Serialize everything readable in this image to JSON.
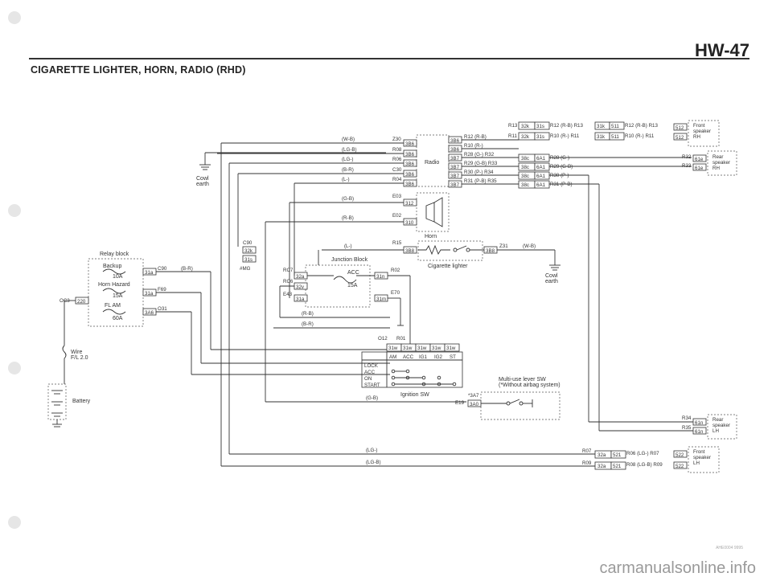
{
  "header": {
    "page_number": "HW-47",
    "title": "CIGARETTE LIGHTER, HORN, RADIO (RHD)"
  },
  "labels": {
    "cowl_earth": "Cowl\nearth",
    "radio": "Radio",
    "horn": "Horn",
    "junction_block": "Junction Block",
    "acc_fuse": "ACC",
    "acc_fuse_rating": "15A",
    "cigarette_lighter": "Cigarette lighter",
    "relay_block": "Relay block",
    "backup": "Backup",
    "backup_rating": "10A",
    "horn_hazard": "Horn Hazard",
    "horn_hazard_rating": "15A",
    "fl_am": "FL AM",
    "fl_am_rating": "60A",
    "wire": "Wire\nF/L 2.0",
    "battery": "Battery",
    "mg": "#MG",
    "ignition_sw": "Ignition SW",
    "multi_use": "Multi-use lever SW\n(*Without airbag system)",
    "front_rh": "Front\nspeaker\nRH",
    "rear_rh": "Rear\nspeaker\nRH",
    "rear_lh": "Rear\nspeaker\nLH",
    "front_lh": "Front\nspeaker\nLH"
  },
  "ign_table": {
    "headers": [
      "AM",
      "ACC",
      "IG1",
      "IG2",
      "ST"
    ],
    "rows": [
      "LOCK",
      "ACC",
      "ON",
      "START"
    ]
  },
  "watermark": "carmanualsonline.info",
  "fig_code": "AHE0004 9995"
}
